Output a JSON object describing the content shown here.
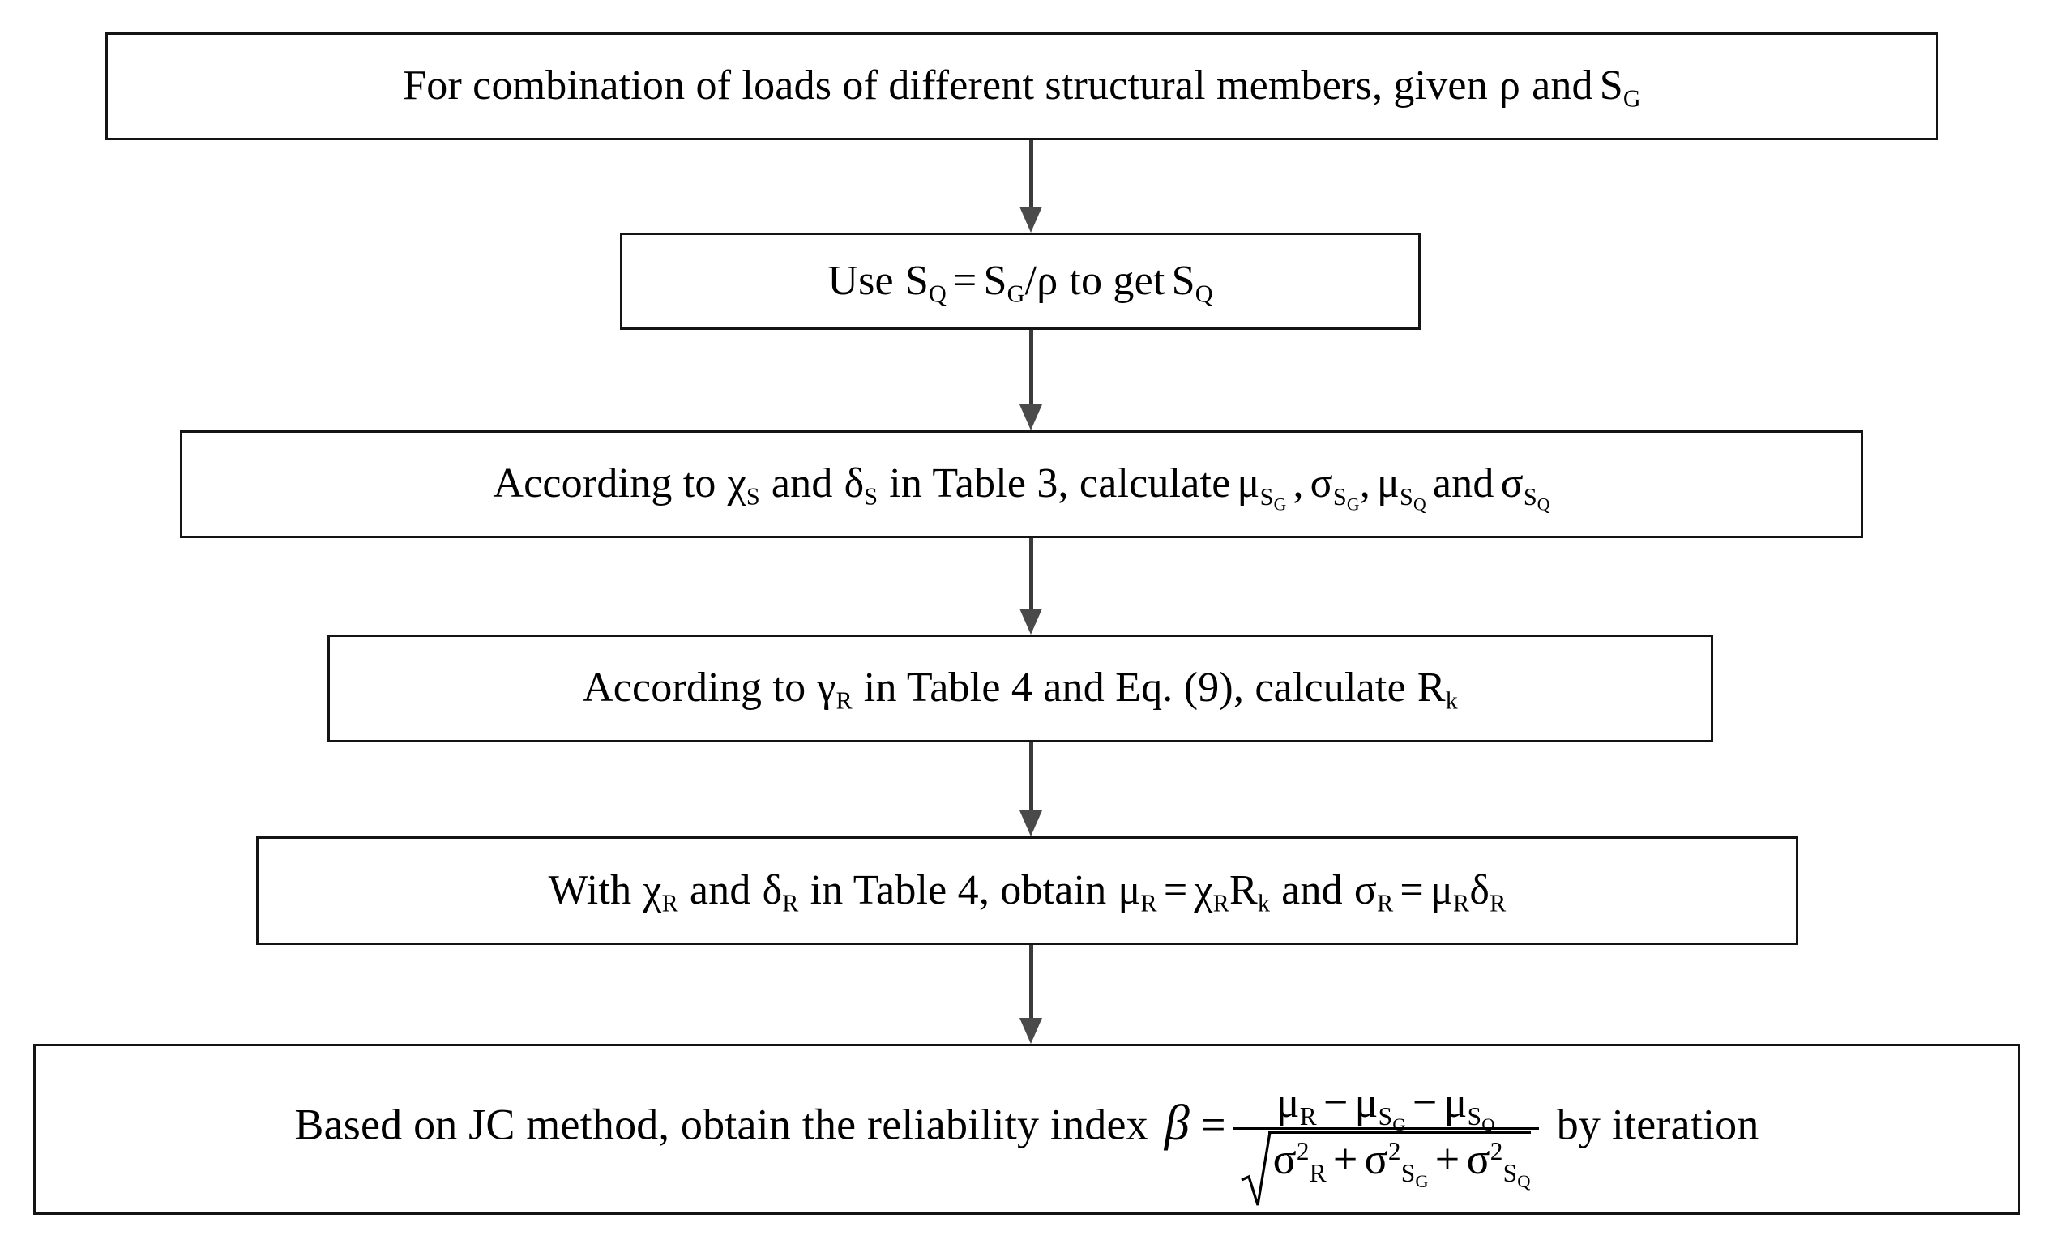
{
  "diagram": {
    "title": "Reliability index calculation flowchart",
    "type": "flowchart",
    "orientation": "vertical",
    "colors": {
      "box_border": "#141414",
      "arrow": "#4a4a4a",
      "background": "#ffffff",
      "text": "#000000"
    },
    "nodes": [
      {
        "id": "step-1",
        "order": 1,
        "text_plain": "For combination of loads of different structural members, given ρ and S_G",
        "segments": {
          "lead": "For combination of loads of different structural members, given",
          "rho": "ρ",
          "and": "and",
          "s_main": "S",
          "s_sub": "G"
        }
      },
      {
        "id": "step-2",
        "order": 2,
        "text_plain": "Use S_Q = S_G / ρ to get S_Q",
        "segments": {
          "use": "Use",
          "sq_main": "S",
          "sq_sub": "Q",
          "equals": "=",
          "sg_main": "S",
          "sg_sub": "G",
          "slash": "/",
          "rho": "ρ",
          "to_get": "to get",
          "sq2_main": "S",
          "sq2_sub": "Q"
        }
      },
      {
        "id": "step-3",
        "order": 3,
        "text_plain": "According to χ_S and δ_S in Table 3, calculate μ_{S_G} , σ_{S_G} , μ_{S_Q} and σ_{S_Q}",
        "segments": {
          "according_to": "According to",
          "chi": "χ",
          "chi_sub": "S",
          "and1": "and",
          "delta": "δ",
          "delta_sub": "S",
          "in_table": "in Table 3, calculate",
          "mu1": "μ",
          "mu1_sub": "S",
          "mu1_subsub": "G",
          "comma1": ",",
          "sigma1": "σ",
          "sigma1_sub": "S",
          "sigma1_subsub": "G",
          "comma2": ",",
          "mu2": "μ",
          "mu2_sub": "S",
          "mu2_subsub": "Q",
          "and2": "and",
          "sigma2": "σ",
          "sigma2_sub": "S",
          "sigma2_subsub": "Q"
        }
      },
      {
        "id": "step-4",
        "order": 4,
        "text_plain": "According to γ_R in Table 4 and Eq. (9), calculate R_k",
        "segments": {
          "according_to": "According to",
          "gamma": "γ",
          "gamma_sub": "R",
          "middle": "in Table 4 and Eq. (9), calculate",
          "r_main": "R",
          "r_sub": "k"
        }
      },
      {
        "id": "step-5",
        "order": 5,
        "text_plain": "With χ_R and δ_R in Table 4, obtain μ_R = χ_R R_k and σ_R = μ_R δ_R",
        "segments": {
          "with": "With",
          "chi": "χ",
          "chi_sub": "R",
          "and1": "and",
          "delta": "δ",
          "delta_sub": "R",
          "in_table": "in Table 4, obtain",
          "mu": "μ",
          "mu_sub": "R",
          "eq1": "=",
          "chi2": "χ",
          "chi2_sub": "R",
          "r_main": "R",
          "r_sub": "k",
          "and2": "and",
          "sigma": "σ",
          "sigma_sub": "R",
          "eq2": "=",
          "mu2": "μ",
          "mu2_sub": "R",
          "delta2": "δ",
          "delta2_sub": "R"
        }
      },
      {
        "id": "step-6",
        "order": 6,
        "text_plain": "Based on JC method, obtain the reliability index β = (μ_R − μ_{S_G} − μ_{S_Q}) / sqrt(σ²_R + σ²_{S_G} + σ²_{S_Q}) by iteration",
        "segments": {
          "lead": "Based on  JC method, obtain the reliability index",
          "beta": "β",
          "equals": "=",
          "num_mu_r": "μ",
          "num_mu_r_sub": "R",
          "minus1": "−",
          "num_mu_sg": "μ",
          "num_mu_sg_sub": "S",
          "num_mu_sg_subsub": "G",
          "minus2": "−",
          "num_mu_sq": "μ",
          "num_mu_sq_sub": "S",
          "num_mu_sq_subsub": "Q",
          "den_sigma_r": "σ",
          "den_sigma_r_sup": "2",
          "den_sigma_r_sub": "R",
          "plus1": "+",
          "den_sigma_sg": "σ",
          "den_sigma_sg_sup": "2",
          "den_sigma_sg_sub": "S",
          "den_sigma_sg_subsub": "G",
          "plus2": "+",
          "den_sigma_sq": "σ",
          "den_sigma_sq_sup": "2",
          "den_sigma_sq_sub": "S",
          "den_sigma_sq_subsub": "Q",
          "tail": "by iteration"
        }
      }
    ],
    "arrows": [
      {
        "id": "arrow-1",
        "from": "step-1",
        "to": "step-2",
        "direction": "down"
      },
      {
        "id": "arrow-2",
        "from": "step-2",
        "to": "step-3",
        "direction": "down"
      },
      {
        "id": "arrow-3",
        "from": "step-3",
        "to": "step-4",
        "direction": "down"
      },
      {
        "id": "arrow-4",
        "from": "step-4",
        "to": "step-5",
        "direction": "down"
      },
      {
        "id": "arrow-5",
        "from": "step-5",
        "to": "step-6",
        "direction": "down"
      }
    ]
  }
}
